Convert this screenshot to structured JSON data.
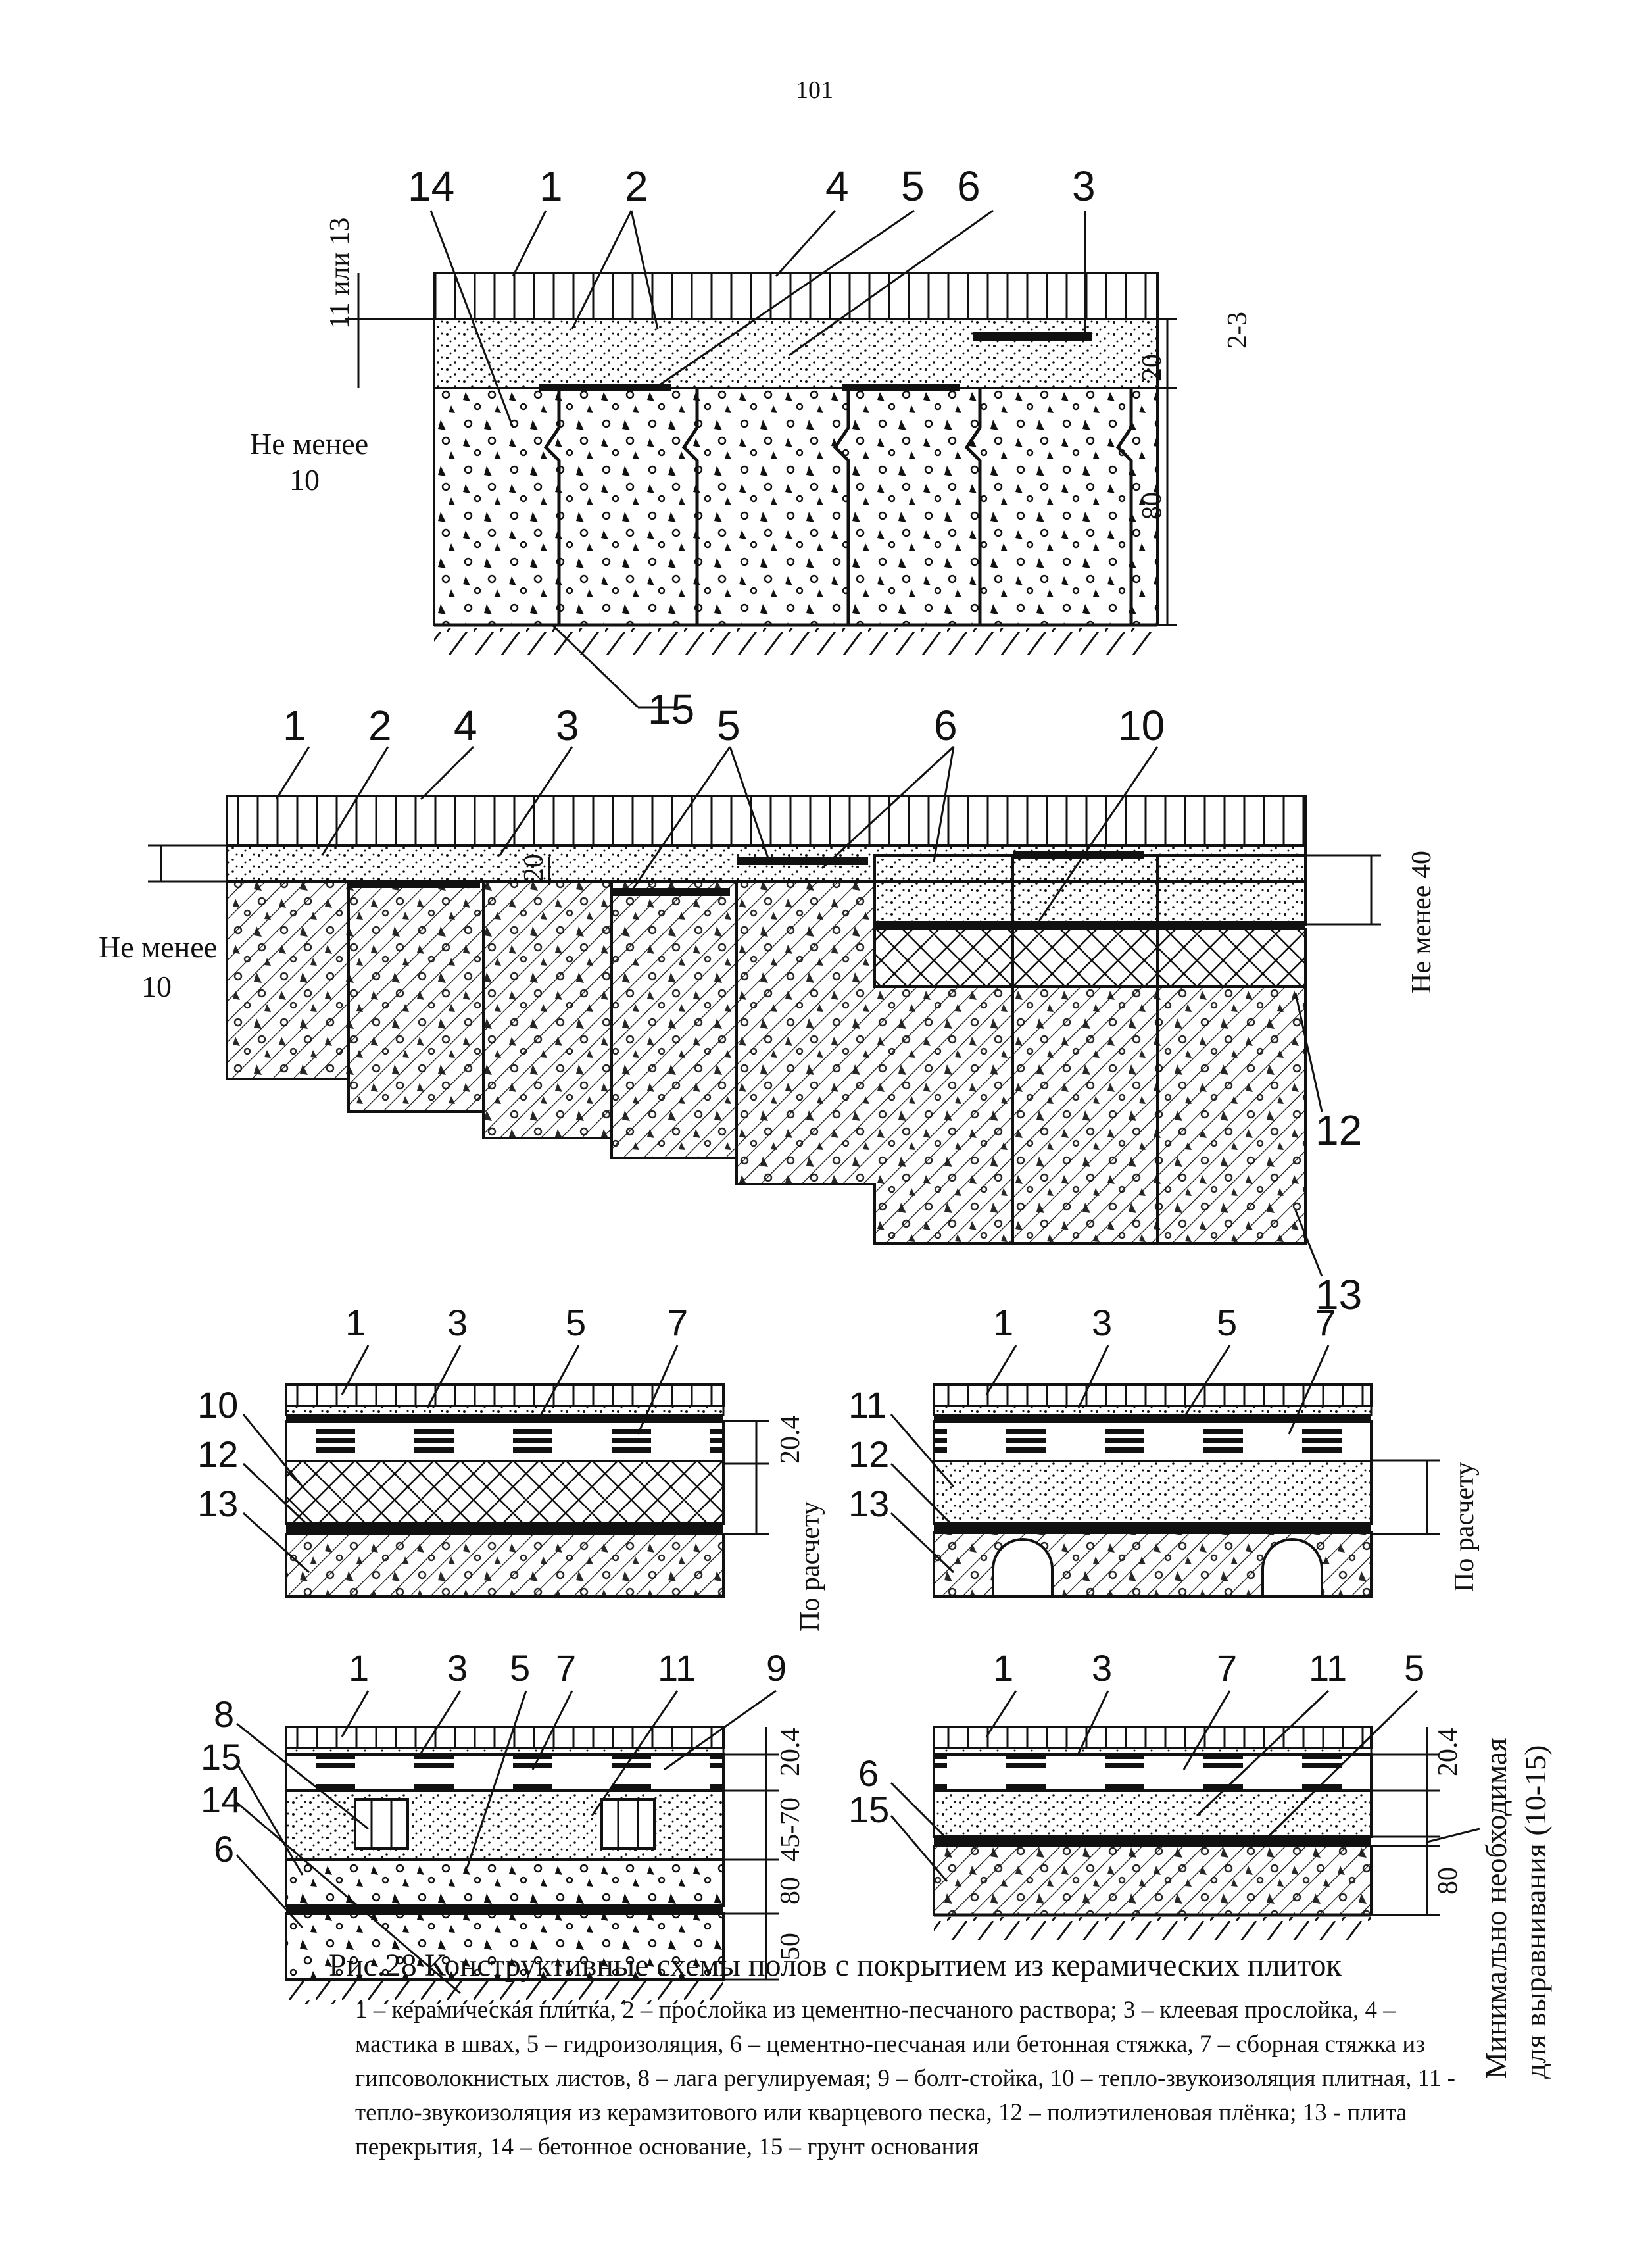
{
  "page_number": "101",
  "caption": {
    "title": "Рис.28 Конструктивные схемы полов с покрытием из керамических плиток",
    "legend": "1 – керамическая плитка, 2 – прослойка из цементно-песчаного раствора; 3 – клеевая прослойка, 4 – мастика в швах, 5 – гидроизоляция, 6 – цементно-песчаная или бетонная стяжка, 7 – сборная стяжка из гипсоволокнистых листов, 8 – лага регулируемая; 9 – болт-стойка, 10 – тепло-звукоизоляция плитная, 11 - тепло-звукоизоляция из керамзитового или кварцевого песка, 12 – полиэтиленовая плёнка; 13 - плита перекрытия, 14 – бетонное основание, 15 – грунт основания"
  },
  "fig_a": {
    "labels": [
      "14",
      "1",
      "2",
      "4",
      "5",
      "6",
      "3",
      "15"
    ],
    "dims": [
      "11 или 13",
      "2-3",
      "20",
      "80"
    ],
    "note_line1": "Не менее",
    "note_line2": "10"
  },
  "fig_b": {
    "labels": [
      "1",
      "2",
      "4",
      "3",
      "5",
      "6",
      "10",
      "12",
      "13"
    ],
    "dims": [
      "20",
      "Не менее 40"
    ],
    "note_line1": "Не менее",
    "note_line2": "10"
  },
  "fig_c": {
    "labels": [
      "1",
      "3",
      "5",
      "7",
      "10",
      "12",
      "13"
    ],
    "dims": [
      "20.4",
      "По расчету"
    ]
  },
  "fig_d": {
    "labels": [
      "1",
      "3",
      "5",
      "7",
      "11",
      "12",
      "13"
    ],
    "dims": [
      "По расчету"
    ]
  },
  "fig_e": {
    "labels": [
      "1",
      "3",
      "5",
      "7",
      "11",
      "9",
      "8",
      "15",
      "14",
      "6"
    ],
    "dims": [
      "20.4",
      "45-70",
      "80",
      "50"
    ]
  },
  "fig_f": {
    "labels": [
      "1",
      "3",
      "7",
      "11",
      "5",
      "6",
      "15"
    ],
    "dims": [
      "20.4",
      "80",
      "Минимально необходимая",
      "для выравнивания (10-15)"
    ]
  }
}
